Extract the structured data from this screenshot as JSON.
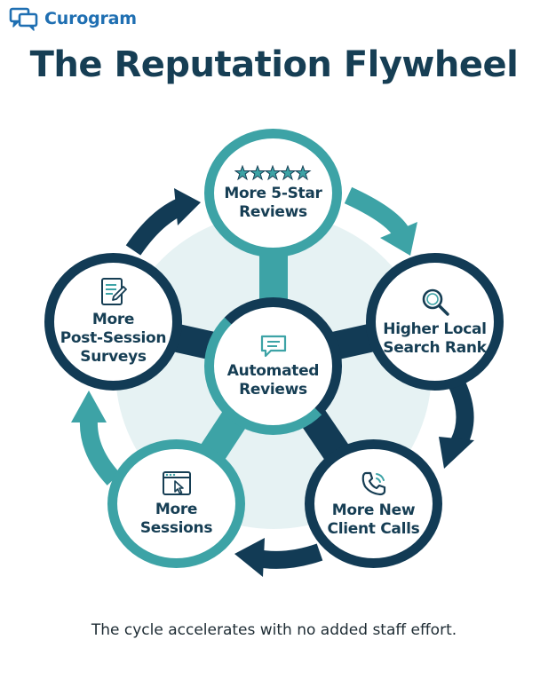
{
  "brand": {
    "name": "Curogram",
    "icon": "chat-bubbles-icon",
    "color": "#1f6fb2"
  },
  "title": "The Reputation Flywheel",
  "colors": {
    "teal": "#3da3a6",
    "navy": "#123b55",
    "text": "#163e54",
    "hub_fill": "#e6f2f3"
  },
  "center": {
    "label": "Automated\nReviews",
    "icon": "chat-message-icon"
  },
  "cycle": [
    {
      "id": "reviews",
      "label": "More 5-Star\nReviews",
      "icon": "five-stars-icon",
      "ring": "teal"
    },
    {
      "id": "search",
      "label": "Higher Local\nSearch Rank",
      "icon": "magnifier-icon",
      "ring": "navy"
    },
    {
      "id": "calls",
      "label": "More New\nClient Calls",
      "icon": "phone-icon",
      "ring": "navy"
    },
    {
      "id": "sessions",
      "label": "More\nSessions",
      "icon": "browser-cursor-icon",
      "ring": "teal"
    },
    {
      "id": "surveys",
      "label": "More\nPost-Session\nSurveys",
      "icon": "survey-form-icon",
      "ring": "navy"
    }
  ],
  "footer": "The cycle accelerates with no added staff effort."
}
